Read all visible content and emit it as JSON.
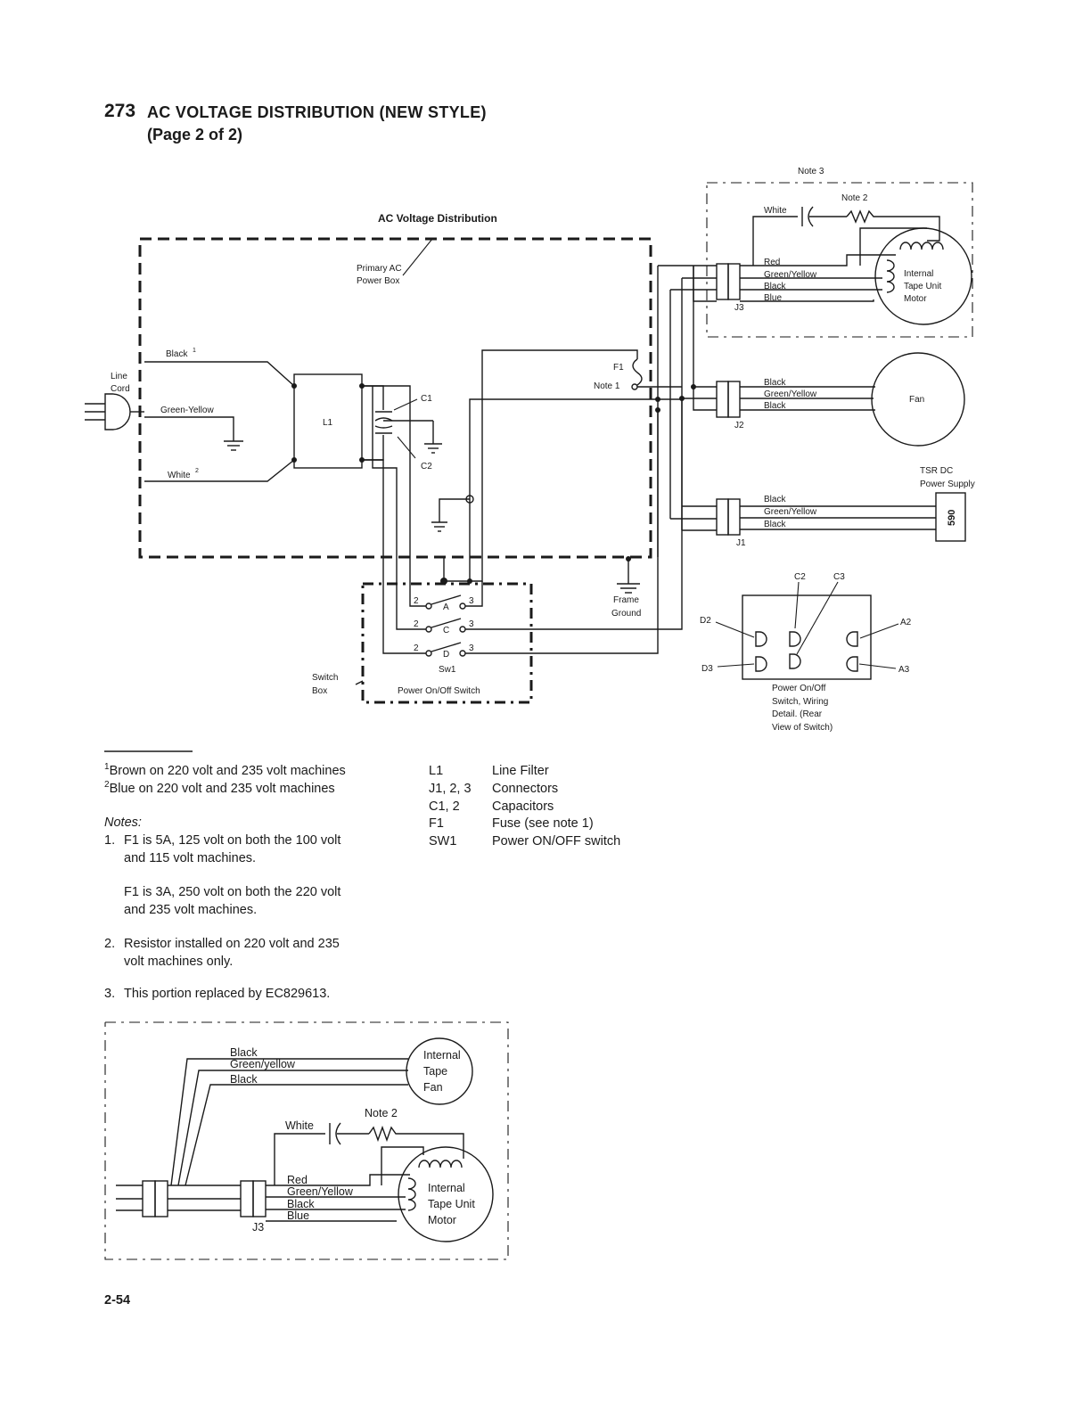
{
  "header": {
    "section_number": "273",
    "title": "AC VOLTAGE DISTRIBUTION (NEW STYLE)",
    "subtitle": "(Page 2 of 2)"
  },
  "diagram": {
    "title": "AC Voltage Distribution",
    "note3_label": "Note 3",
    "note2_label": "Note 2",
    "primary_box": [
      "Primary AC",
      "Power Box"
    ],
    "line_cord": [
      "Line",
      "Cord"
    ],
    "wire_black_sup": "Black",
    "wire_green_yellow": "Green-Yellow",
    "wire_white_sup": "White",
    "sup1": "1",
    "sup2": "2",
    "l1": "L1",
    "c1": "C1",
    "c2": "C2",
    "f1": "F1",
    "note1": "Note 1",
    "frame_ground": [
      "Frame",
      "Ground"
    ],
    "switch_box": [
      "Switch",
      "Box"
    ],
    "power_switch": "Power On/Off Switch",
    "sw1": "Sw1",
    "contacts": [
      {
        "left": "2",
        "letter": "A",
        "right": "3"
      },
      {
        "left": "2",
        "letter": "C",
        "right": "3"
      },
      {
        "left": "2",
        "letter": "D",
        "right": "3"
      }
    ],
    "j3": {
      "label": "J3",
      "wires": [
        "Red",
        "Green/Yellow",
        "Black",
        "Blue"
      ],
      "white": "White",
      "motor": [
        "Internal",
        "Tape Unit",
        "Motor"
      ]
    },
    "j2": {
      "label": "J2",
      "wires": [
        "Black",
        "Green/Yellow",
        "Black"
      ],
      "device": "Fan"
    },
    "j1": {
      "label": "J1",
      "wires": [
        "Black",
        "Green/Yellow",
        "Black"
      ],
      "supply": [
        "TSR DC",
        "Power Supply"
      ],
      "supply_code": "590"
    },
    "switch_detail": {
      "top_labels": [
        "C2",
        "C3"
      ],
      "left_labels": [
        "D2",
        "D3"
      ],
      "right_labels": [
        "A2",
        "A3"
      ],
      "caption": [
        "Power On/Off",
        "Switch, Wiring",
        "Detail. (Rear",
        "View of Switch)"
      ]
    }
  },
  "footnotes": [
    {
      "num": "1",
      "text": "Brown on 220 volt and 235 volt machines"
    },
    {
      "num": "2",
      "text": "Blue on 220 volt and 235 volt machines"
    }
  ],
  "legend": [
    {
      "key": "L1",
      "value": "Line Filter"
    },
    {
      "key": "J1, 2, 3",
      "value": "Connectors"
    },
    {
      "key": "C1, 2",
      "value": "Capacitors"
    },
    {
      "key": "F1",
      "value": "Fuse (see note 1)"
    },
    {
      "key": "SW1",
      "value": "Power ON/OFF switch"
    }
  ],
  "notes": {
    "heading": "Notes:",
    "items": [
      {
        "num": "1.",
        "lines": [
          "F1 is 5A, 125 volt on both the 100 volt",
          "and 115 volt machines."
        ]
      },
      {
        "num": "",
        "lines": [
          "F1 is 3A, 250 volt on both the 220 volt",
          "and 235 volt machines."
        ]
      },
      {
        "num": "2.",
        "lines": [
          "Resistor installed on 220 volt and 235",
          "volt machines only."
        ]
      },
      {
        "num": "3.",
        "lines": [
          "This portion replaced by EC829613."
        ]
      }
    ]
  },
  "replacement_diagram": {
    "fan_wires": [
      "Black",
      "Green/yellow",
      "Black"
    ],
    "fan": [
      "Internal",
      "Tape",
      "Fan"
    ],
    "note2": "Note 2",
    "white": "White",
    "motor_wires": [
      "Red",
      "Green/Yellow",
      "Black",
      "Blue"
    ],
    "motor": [
      "Internal",
      "Tape Unit",
      "Motor"
    ],
    "j3": "J3"
  },
  "page_number": "2-54"
}
